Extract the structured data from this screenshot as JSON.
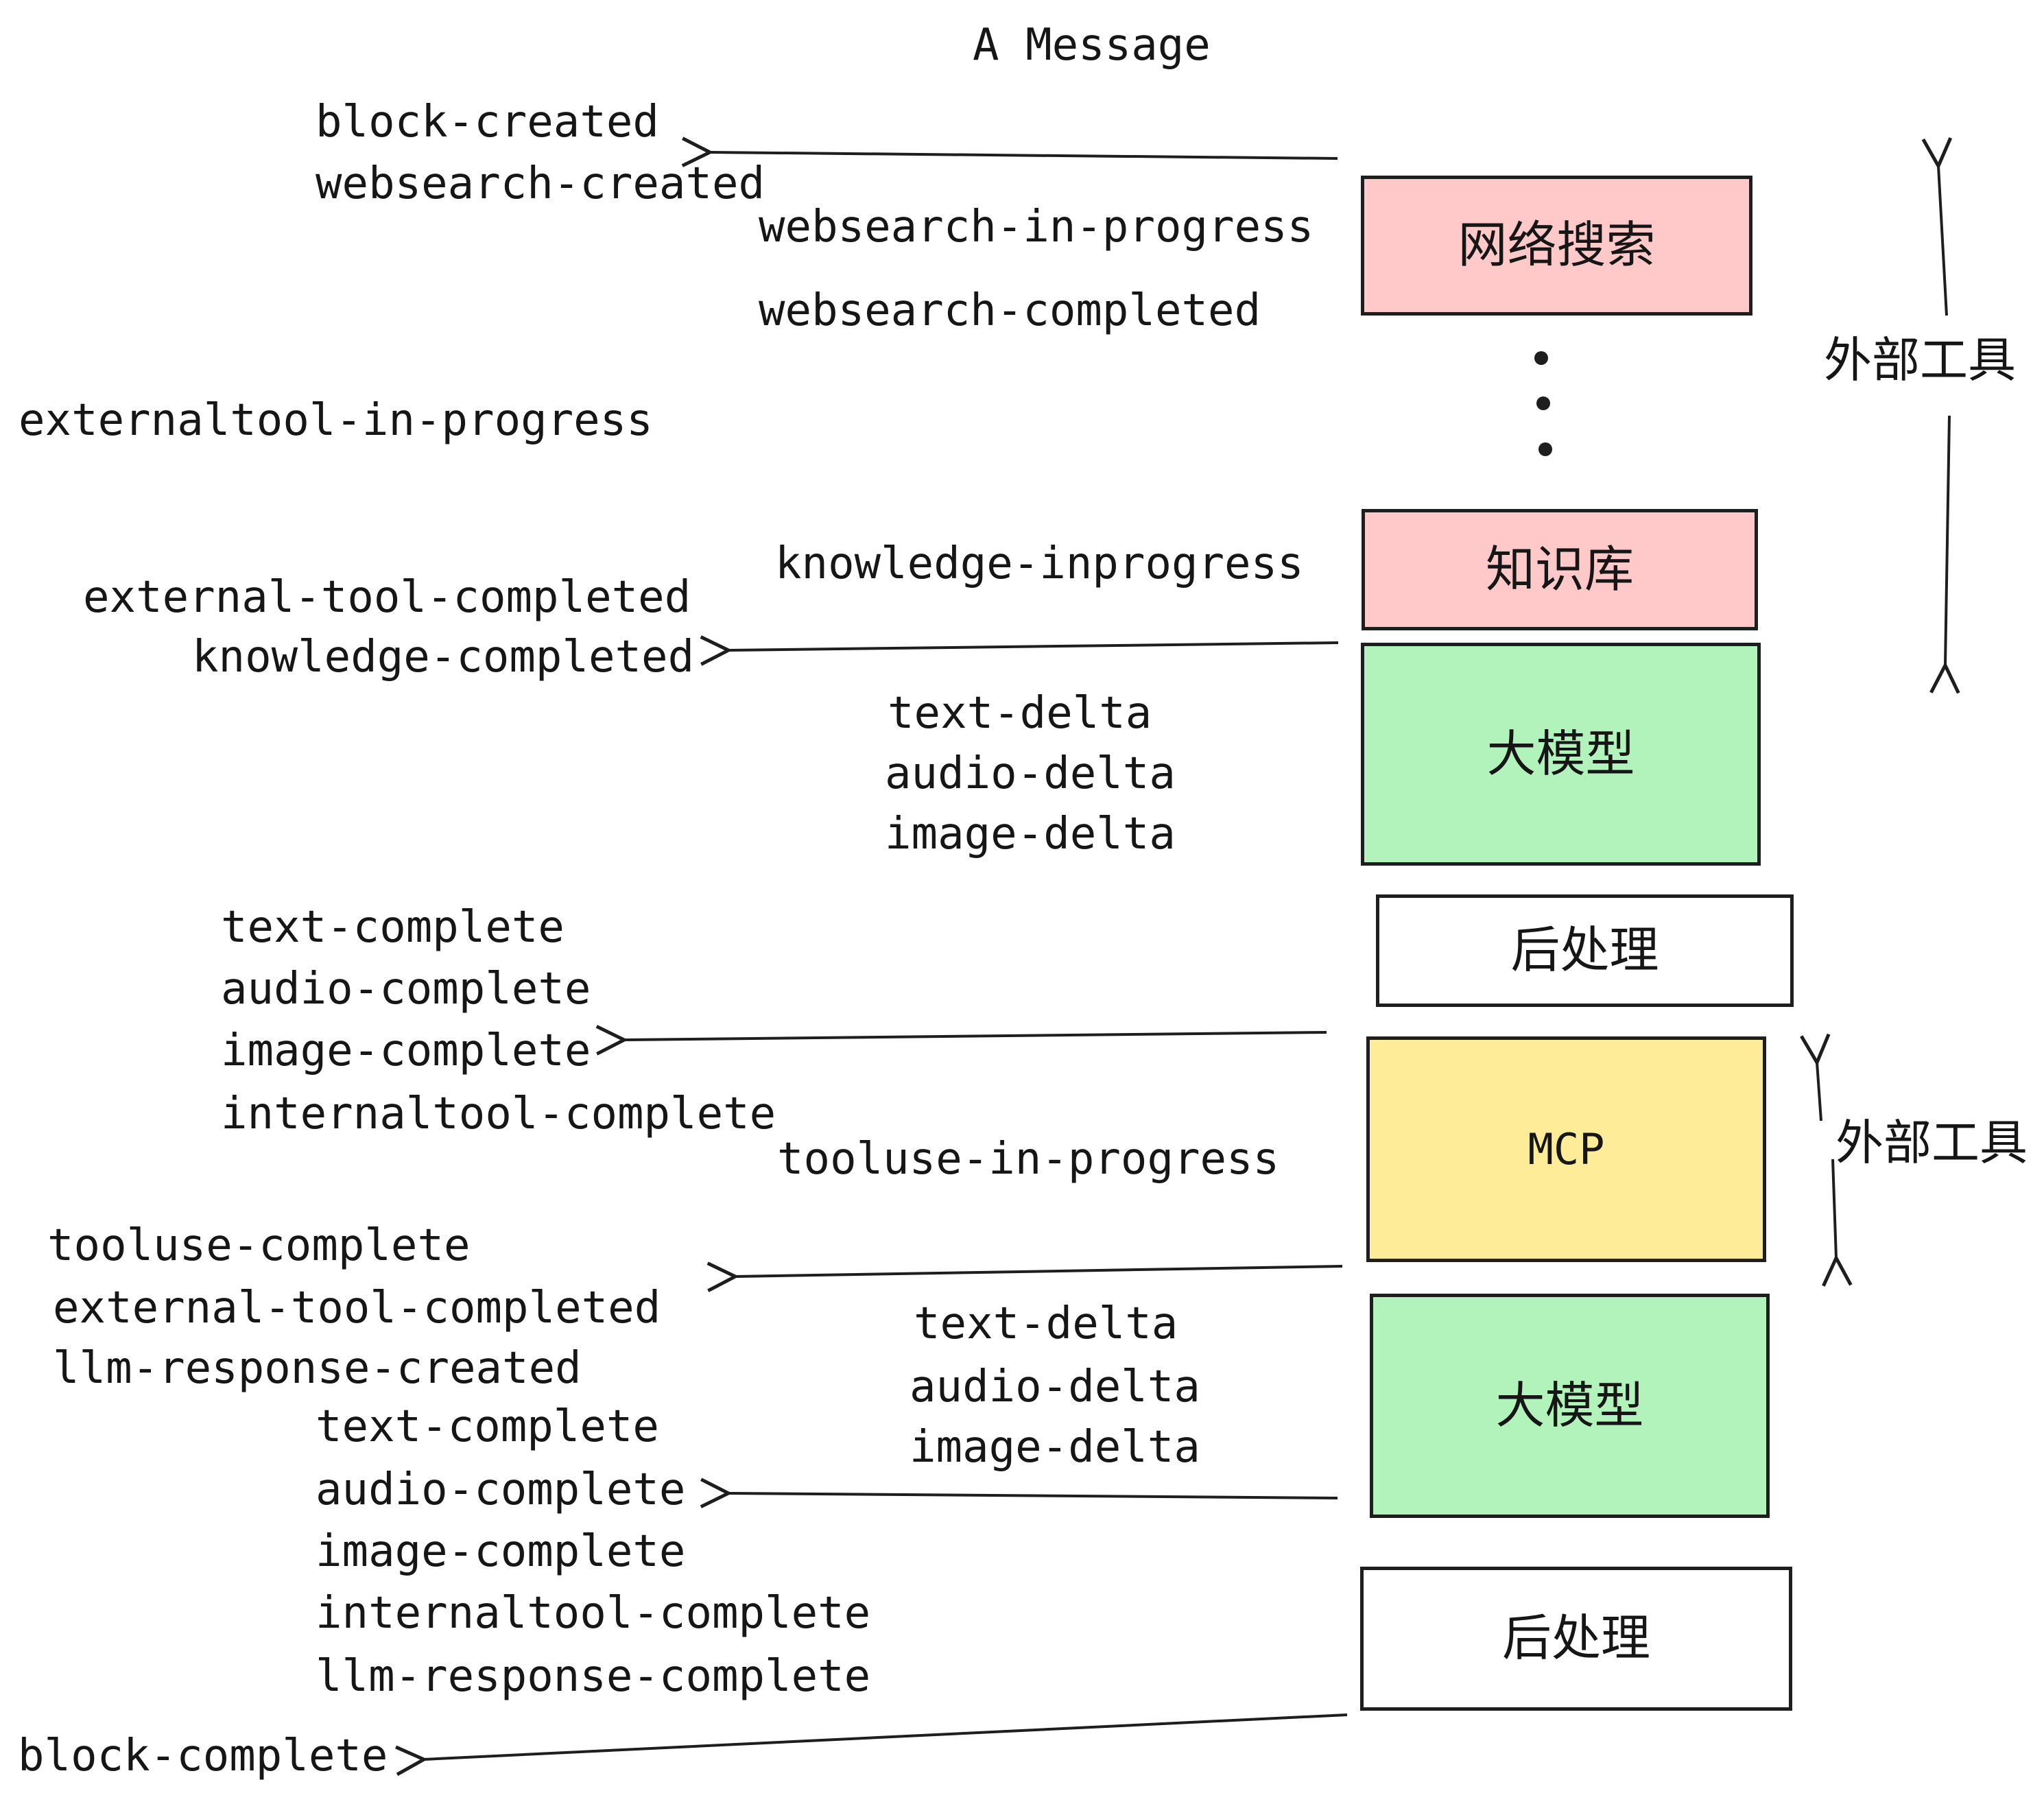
{
  "title": "A Message",
  "colors": {
    "stroke": "#1e1e1e",
    "text": "#161616",
    "bg": "#ffffff",
    "pink": "#ffc9c9",
    "green": "#b2f2bb",
    "yellow": "#ffec99",
    "white": "#ffffff"
  },
  "boxes": [
    {
      "label": "网络搜索",
      "fill": "#ffc9c9"
    },
    {
      "label": "知识库",
      "fill": "#ffc9c9"
    },
    {
      "label": "大模型",
      "fill": "#b2f2bb"
    },
    {
      "label": "后处理",
      "fill": "#ffffff"
    },
    {
      "label": "MCP",
      "fill": "#ffec99"
    },
    {
      "label": "大模型",
      "fill": "#b2f2bb"
    },
    {
      "label": "后处理",
      "fill": "#ffffff"
    }
  ],
  "events": [
    "block-created",
    "websearch-created",
    "websearch-in-progress",
    "websearch-completed",
    "externaltool-in-progress",
    "knowledge-inprogress",
    "external-tool-completed",
    "knowledge-completed",
    "text-delta",
    "audio-delta",
    "image-delta",
    "text-complete",
    "audio-complete",
    "image-complete",
    "internaltool-complete",
    "tooluse-in-progress",
    "tooluse-complete",
    "external-tool-completed",
    "llm-response-created",
    "text-delta",
    "audio-delta",
    "image-delta",
    "text-complete",
    "audio-complete",
    "image-complete",
    "internaltool-complete",
    "llm-response-complete",
    "block-complete"
  ],
  "annotations": {
    "external_tool_top": "外部工具",
    "external_tool_mid": "外部工具"
  }
}
